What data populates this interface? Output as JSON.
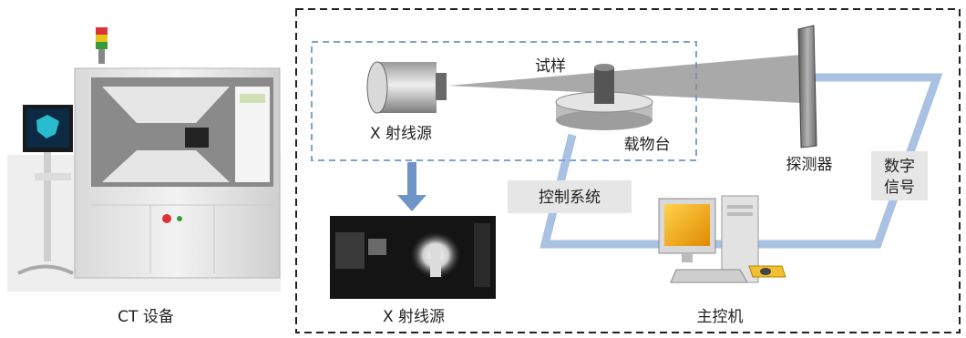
{
  "labels": {
    "ct_equipment": "CT 设备",
    "xray_source_top": "X 射线源",
    "xray_source_photo": "X 射线源",
    "sample": "试样",
    "stage": "载物台",
    "detector": "探测器",
    "control_system": "控制系统",
    "digital_signal_line1": "数字",
    "digital_signal_line2": "信号",
    "host_computer": "主控机"
  },
  "colors": {
    "dashed_border": "#222222",
    "inner_dashed_border": "#7fa3c9",
    "signal_path": "#a9c1e2",
    "arrow": "#6f95c8",
    "label_box": "#e6e6e6",
    "monitor_screen": "#f2a600"
  }
}
